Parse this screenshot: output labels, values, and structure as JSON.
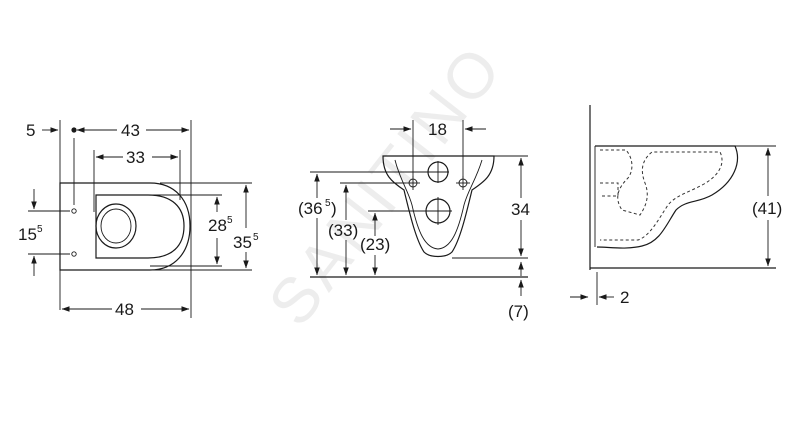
{
  "watermark": "SANITINO",
  "colors": {
    "line": "#1a1a1a",
    "background": "#ffffff",
    "watermark": "#d8d8d8"
  },
  "top_view": {
    "dim_5": "5",
    "dim_43": "43",
    "dim_33": "33",
    "dim_48": "48",
    "dim_15_main": "15",
    "dim_15_sup": "5",
    "dim_28_main": "28",
    "dim_28_sup": "5",
    "dim_35_main": "35",
    "dim_35_sup": "5"
  },
  "front_view": {
    "dim_18": "18",
    "dim_36_main": "(36",
    "dim_36_sup": "5",
    "dim_36_close": ")",
    "dim_33": "(33)",
    "dim_23": "(23)",
    "dim_34": "34",
    "dim_7": "(7)"
  },
  "side_view": {
    "dim_41": "(41)",
    "dim_2": "2"
  }
}
